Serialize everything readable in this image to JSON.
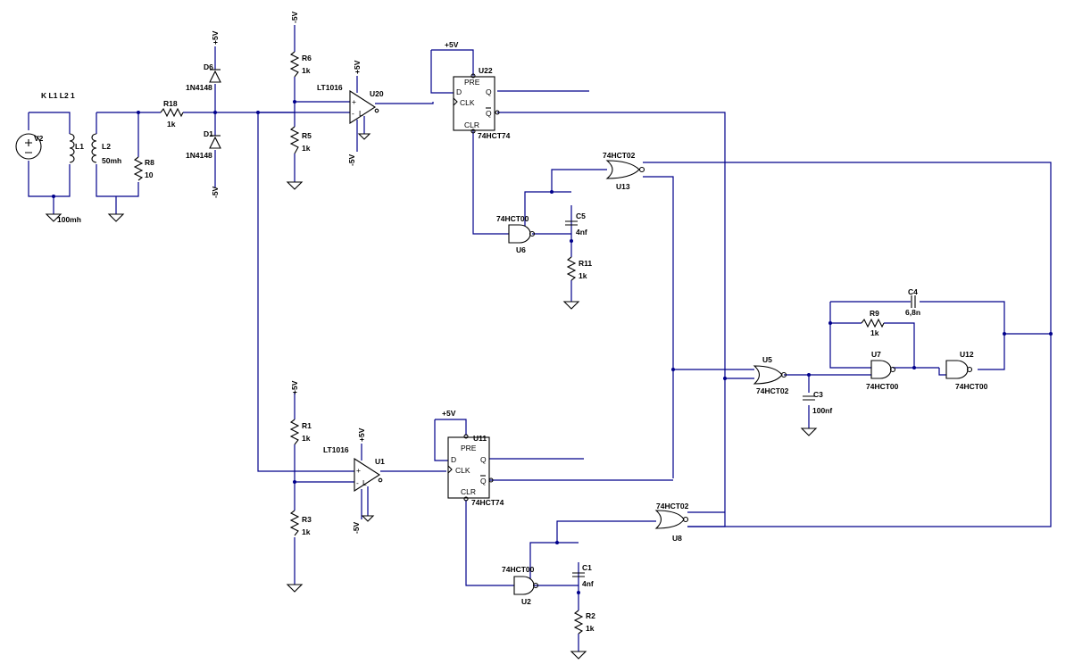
{
  "schematic": {
    "directive": "K L1 L2 1",
    "components": {
      "V2": "V2",
      "L1": "L1",
      "L2": "L2",
      "L2_value": "50mh",
      "L1_value": "100mh",
      "R8": "R8",
      "R8_value": "10",
      "R18": "R18",
      "R18_value": "1k",
      "D6": "D6",
      "D6_model": "1N4148",
      "D1": "D1",
      "D1_model": "1N4148",
      "R6": "R6",
      "R6_value": "1k",
      "R5": "R5",
      "R5_value": "1k",
      "U20_model": "LT1016",
      "U20": "U20",
      "U22": "U22",
      "U22_model": "74HCT74",
      "U13": "U13",
      "U13_model": "74HCT02",
      "U6": "U6",
      "U6_model": "74HCT00",
      "C5": "C5",
      "C5_value": "4nf",
      "R11": "R11",
      "R11_value": "1k",
      "C4": "C4",
      "C4_value": "6,8n",
      "R9": "R9",
      "R9_value": "1k",
      "U5": "U5",
      "U5_model": "74HCT02",
      "U7": "U7",
      "U7_model": "74HCT00",
      "U12": "U12",
      "U12_model": "74HCT00",
      "C3": "C3",
      "C3_value": "100nf",
      "R1": "R1",
      "R1_value": "1k",
      "R3": "R3",
      "R3_value": "1k",
      "U1_model": "LT1016",
      "U1": "U1",
      "U11": "U11",
      "U11_model": "74HCT74",
      "U8": "U8",
      "U8_model": "74HCT02",
      "U2": "U2",
      "U2_model": "74HCT00",
      "C1": "C1",
      "C1_value": "4nf",
      "R2": "R2",
      "R2_value": "1k"
    },
    "rails": {
      "plus5": "+5V",
      "minus5": "-5V"
    },
    "pins": {
      "pre": "PRE",
      "clr": "CLR",
      "d": "D",
      "clk": "CLK",
      "q": "Q",
      "qbar": "Q",
      "plus": "+",
      "minus": "-",
      "l": "L"
    }
  }
}
